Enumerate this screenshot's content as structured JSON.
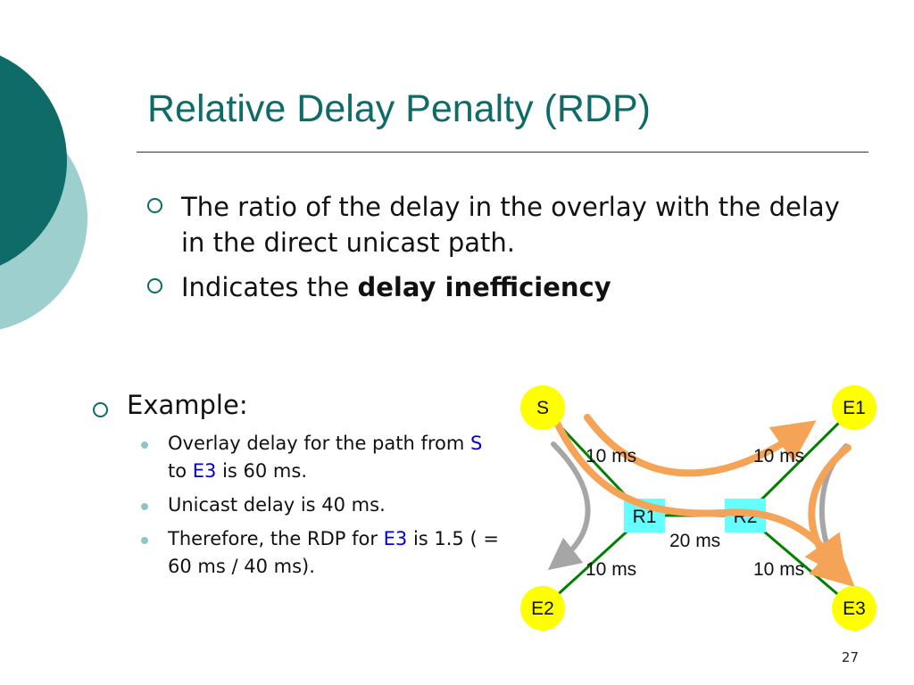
{
  "slide": {
    "title": "Relative Delay Penalty (RDP)",
    "bullets": [
      "The ratio of the delay in the overlay with the delay in the direct unicast path.",
      {
        "prefix": "Indicates the ",
        "bold": "delay inefficiency"
      }
    ],
    "example_label": "Example:",
    "sub_bullets": [
      {
        "parts": [
          "Overlay delay for the path from ",
          "S",
          " to ",
          "E3",
          " is 60 ms."
        ]
      },
      {
        "parts": [
          "Unicast delay is 40 ms."
        ]
      },
      {
        "parts": [
          "Therefore, the RDP for ",
          "E3",
          " is 1.5 ( = 60 ms / 40 ms)."
        ]
      }
    ],
    "page_number": "27"
  },
  "diagram": {
    "nodes": {
      "s": "S",
      "e1": "E1",
      "e2": "E2",
      "e3": "E3",
      "r1": "R1",
      "r2": "R2"
    },
    "edge_labels": {
      "s_r1": "10 ms",
      "r2_e1": "10 ms",
      "r1_r2": "20 ms",
      "r1_e2": "10 ms",
      "r2_e3": "10 ms"
    }
  },
  "colors": {
    "title": "#0e6b67",
    "deco_dark": "#0e6b67",
    "deco_light": "#9ccfce",
    "node_fill": "#ffff00",
    "router_fill": "#66ffff",
    "link": "#008000",
    "overlay_arrow": "#f5a356",
    "unicast_arrow": "#a6a6a6",
    "highlight": "#0000cc"
  }
}
